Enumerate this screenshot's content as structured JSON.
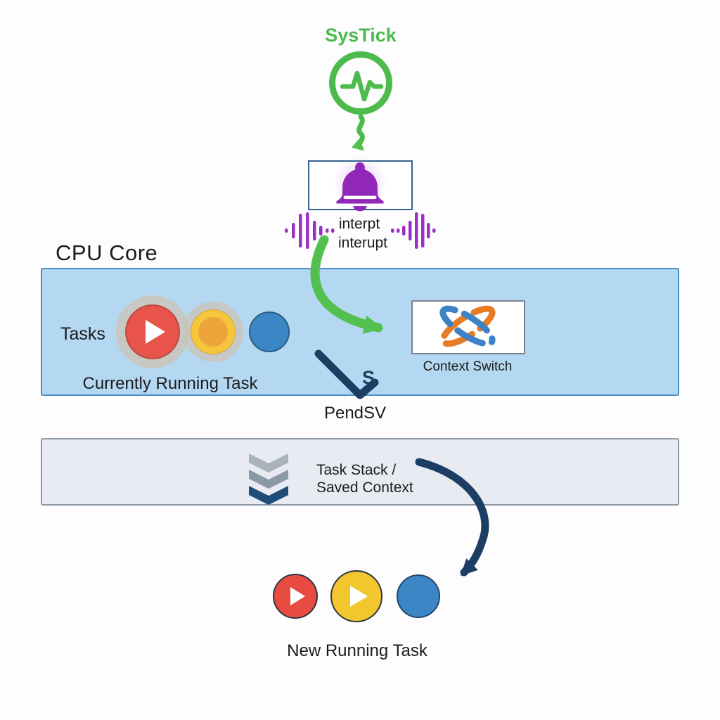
{
  "systick": {
    "label": "SysTick",
    "icon": "pulse-circle-icon"
  },
  "interrupt": {
    "icon": "bell-icon",
    "caption_line1": "interpt",
    "caption_line2": "interupt"
  },
  "cpu_core": {
    "title": "CPU Core",
    "tasks_label": "Tasks",
    "running_task_caption": "Currently Running Task",
    "context_switch": {
      "label": "Context Switch",
      "icon": "orbit-switch-icon"
    }
  },
  "pendsv": {
    "marker": "S",
    "label": "PendSV"
  },
  "task_stack": {
    "icon": "chevron-stack-icon",
    "caption_line1": "Task Stack /",
    "caption_line2": "Saved Context"
  },
  "new_task": {
    "caption": "New Running Task"
  },
  "colors": {
    "green": "#4cba4c",
    "purple": "#9b2fc4",
    "bell_purple": "#9127b8",
    "navy": "#1c3e63",
    "cpu_box_fill": "#b5d8f2",
    "cpu_box_border": "#4a8fc7",
    "stack_box_fill": "#e8ebf1",
    "stack_box_border": "#8d97a3",
    "task_red": "#e8544a",
    "task_yellow": "#f5c53c",
    "task_blue": "#3c86c5",
    "atom_orange": "#e87c24",
    "atom_blue": "#3c82c4",
    "halo_beige": "#ccc3b7"
  }
}
